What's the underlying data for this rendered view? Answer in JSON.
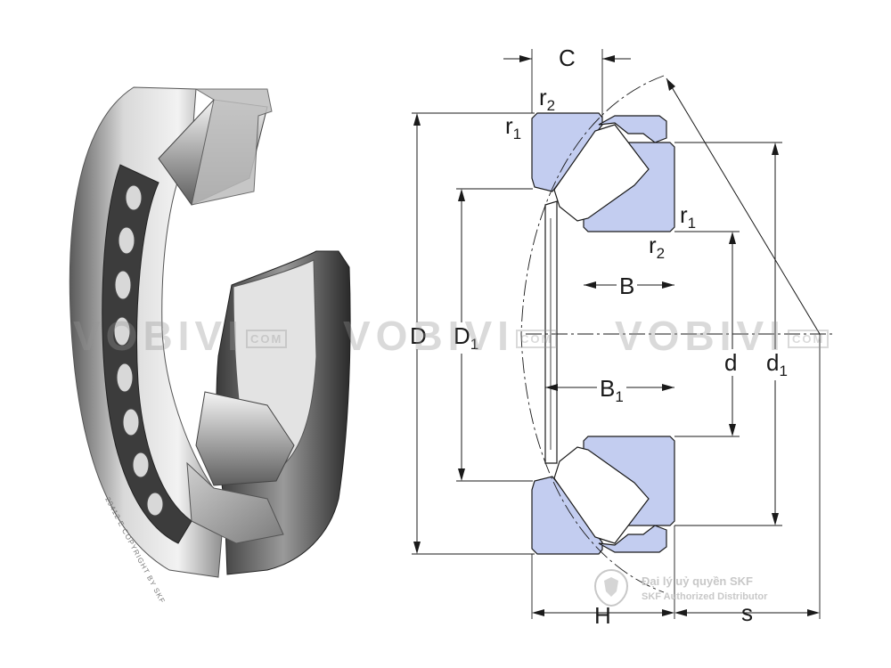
{
  "labels": {
    "C": "C",
    "r2_top": "r",
    "r2_top_sub": "2",
    "r1_top": "r",
    "r1_top_sub": "1",
    "r1_right": "r",
    "r1_right_sub": "1",
    "r2_right": "r",
    "r2_right_sub": "2",
    "B": "B",
    "B1": "B",
    "B1_sub": "1",
    "D": "D",
    "D1": "D",
    "D1_sub": "1",
    "d": "d",
    "d1": "d",
    "d1_sub": "1",
    "H": "H",
    "s": "s"
  },
  "watermark": {
    "text": "VOBIVI",
    "domain": "COM"
  },
  "distributor": {
    "line1": "Đại lý uỷ quyền SKF",
    "line2": "SKF Authorized Distributor"
  },
  "colors": {
    "ring_fill": "#c3cdf0",
    "line": "#1a1a1a",
    "steel_light": "#e6e6e6",
    "steel_dark": "#2c2c2c"
  }
}
